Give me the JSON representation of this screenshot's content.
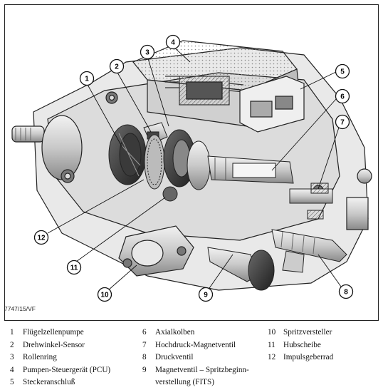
{
  "figure_ref": "7747/15/VF",
  "callouts": [
    "1",
    "2",
    "3",
    "4",
    "5",
    "6",
    "7",
    "8",
    "9",
    "10",
    "11",
    "12"
  ],
  "legend": {
    "col1": [
      {
        "num": "1",
        "text": "Flügelzellenpumpe"
      },
      {
        "num": "2",
        "text": "Drehwinkel-Sensor"
      },
      {
        "num": "3",
        "text": "Rollenring"
      },
      {
        "num": "4",
        "text": "Pumpen-Steuergerät (PCU)"
      },
      {
        "num": "5",
        "text": "Steckeranschluß"
      }
    ],
    "col2": [
      {
        "num": "6",
        "text": "Axialkolben"
      },
      {
        "num": "7",
        "text": "Hochdruck-Magnetventil"
      },
      {
        "num": "8",
        "text": "Druckventil"
      },
      {
        "num": "9",
        "text": "Magnetventil – Spritzbeginn-",
        "cont": "verstellung (FITS)"
      }
    ],
    "col3": [
      {
        "num": "10",
        "text": "Spritzversteller"
      },
      {
        "num": "11",
        "text": "Hubscheibe"
      },
      {
        "num": "12",
        "text": "Impulsgeberrad"
      }
    ]
  }
}
